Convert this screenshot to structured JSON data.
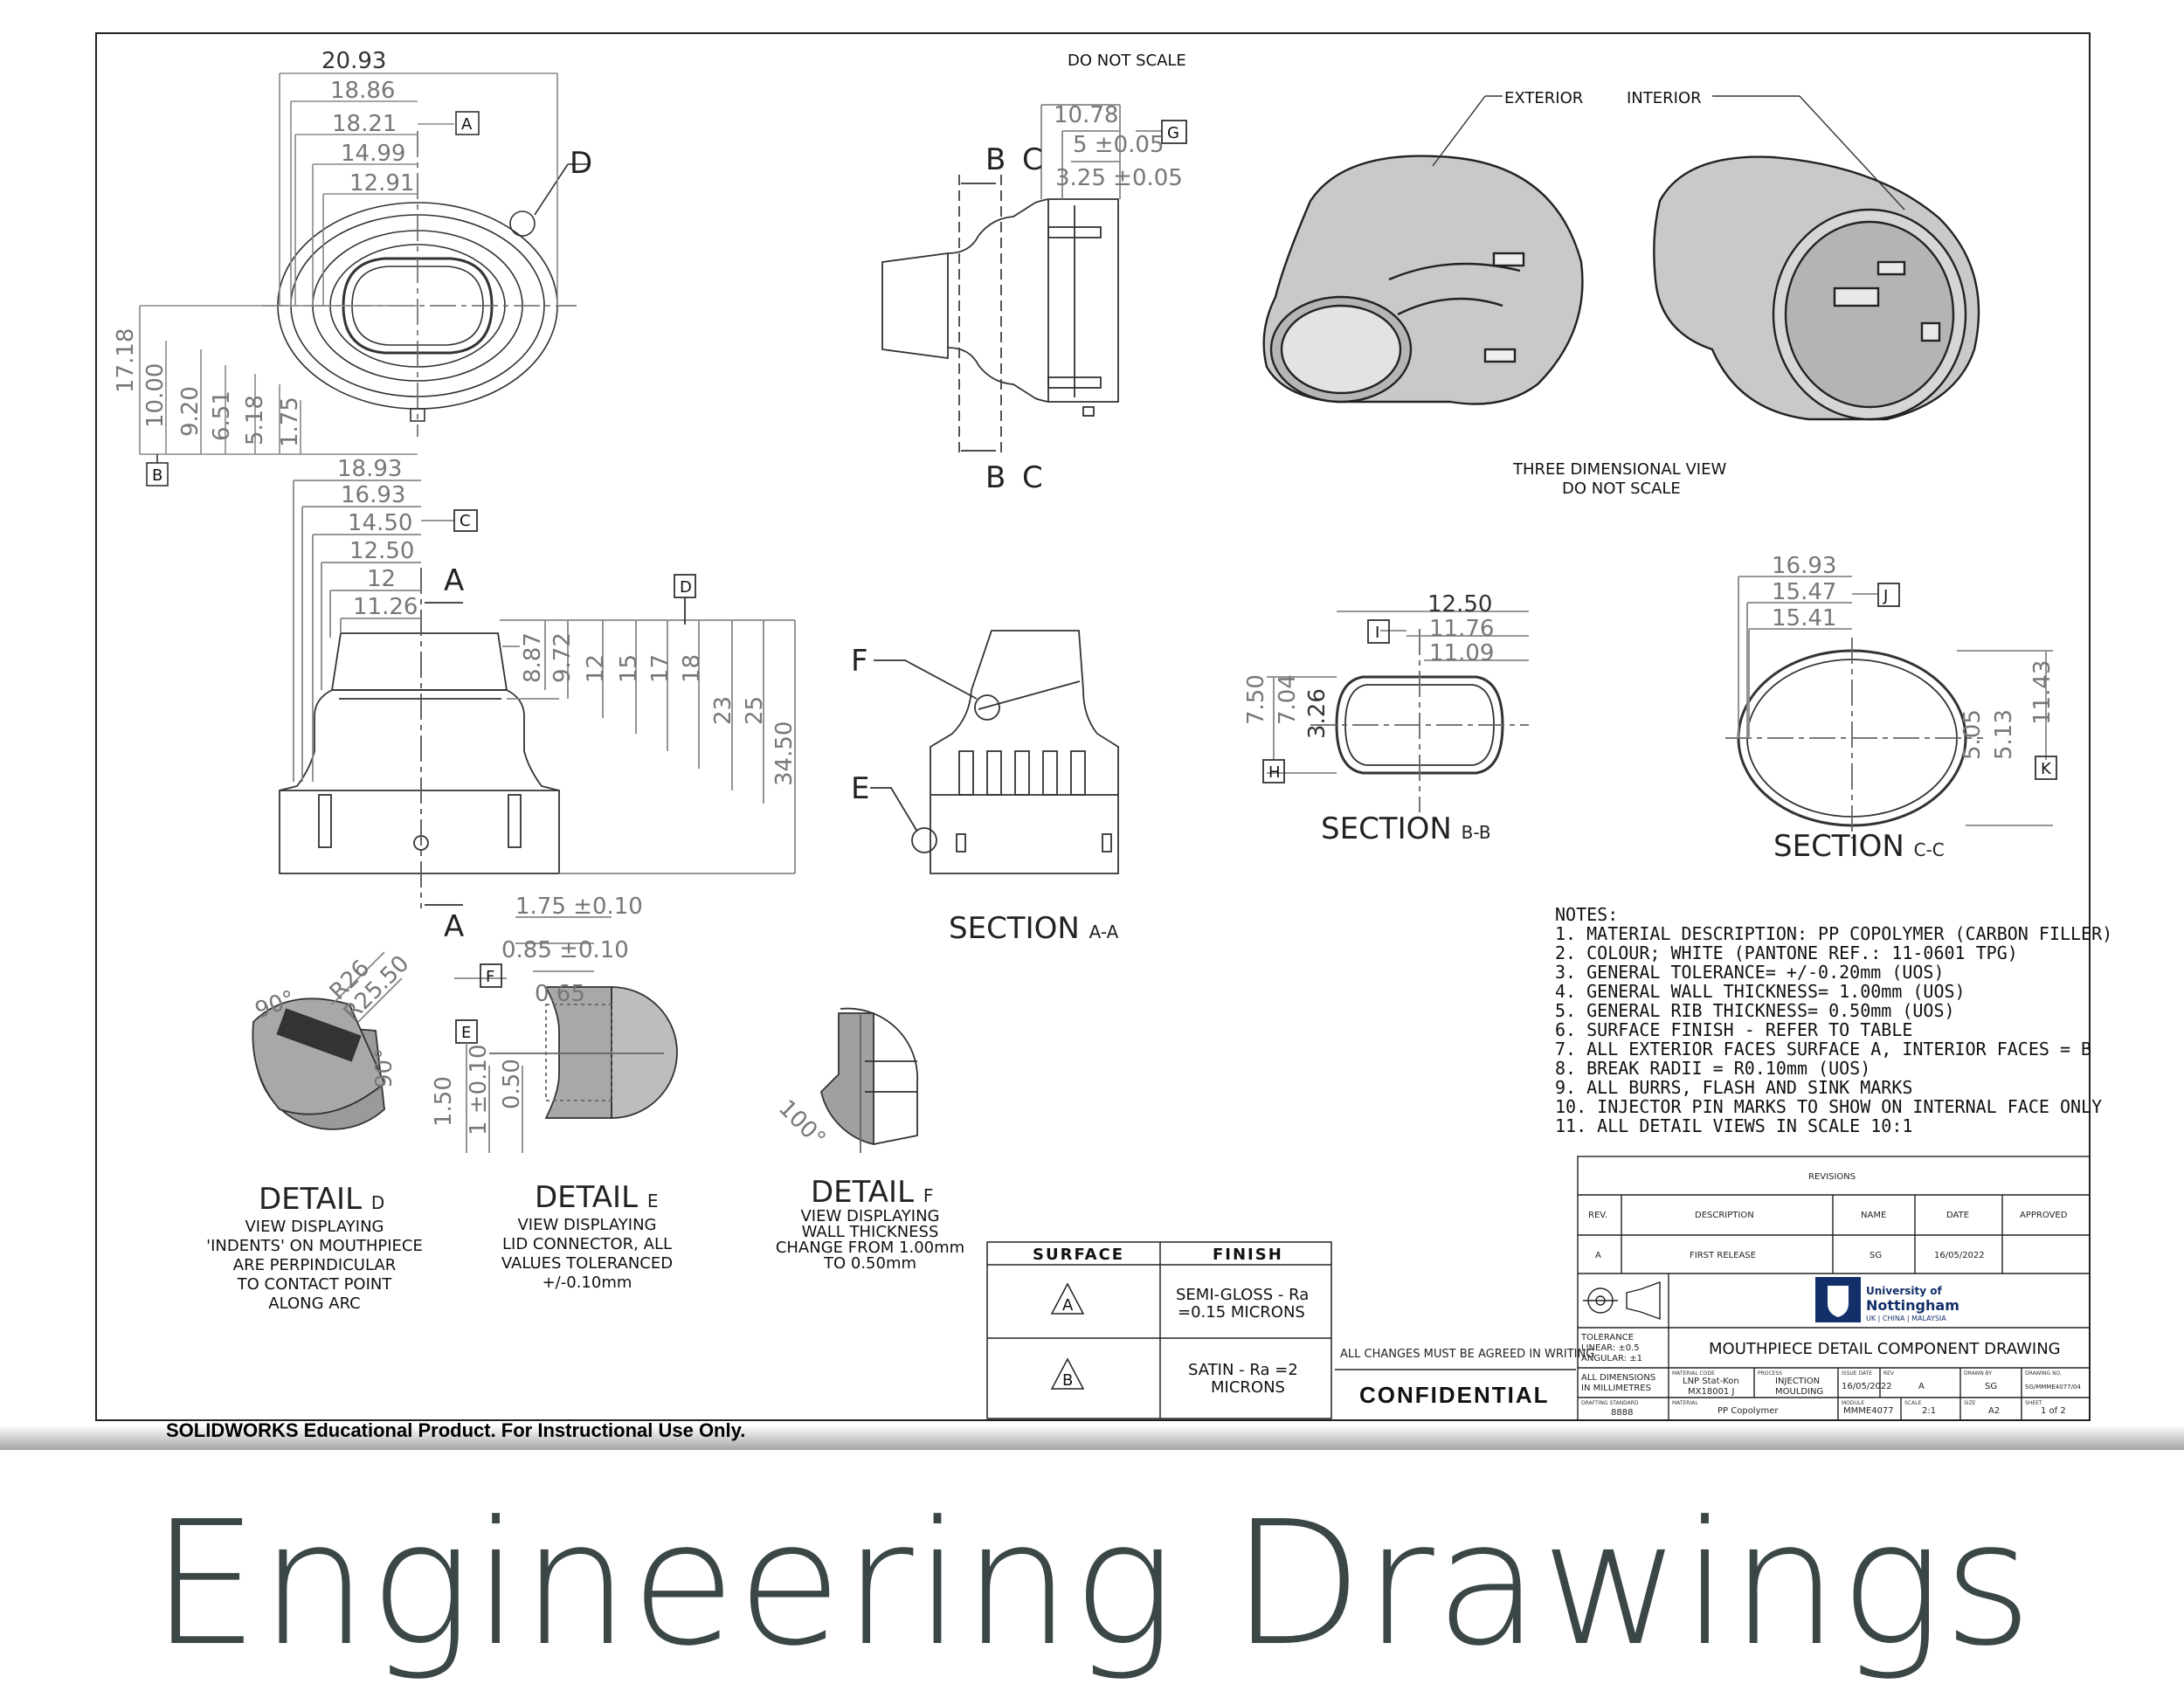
{
  "header": {
    "do_not_scale": "DO NOT SCALE"
  },
  "top_view": {
    "dims_h": [
      "20.93",
      "18.86",
      "18.21",
      "14.99",
      "12.91"
    ],
    "dims_v": [
      "17.18",
      "10.00",
      "9.20",
      "6.51",
      "5.18",
      "1.75"
    ],
    "datum_a": "A",
    "datum_b": "B",
    "detail_d": "D"
  },
  "side_view": {
    "dims": [
      "10.78",
      "5 ±0.05",
      "3.25 ±0.05"
    ],
    "datum_g": "G",
    "sec_b": "B",
    "sec_c": "C"
  },
  "iso_view": {
    "exterior": "EXTERIOR",
    "interior": "INTERIOR",
    "caption1": "THREE DIMENSIONAL VIEW",
    "caption2": "DO NOT SCALE"
  },
  "front_view": {
    "dims_h": [
      "18.93",
      "16.93",
      "14.50",
      "12.50",
      "12",
      "11.26"
    ],
    "dims_v": [
      "8.87",
      "9.72",
      "12",
      "15",
      "17",
      "18",
      "23",
      "25",
      "34.50"
    ],
    "datum_c": "C",
    "datum_d": "D",
    "sec_a": "A"
  },
  "section_aa": {
    "title": "SECTION",
    "suffix": "A-A",
    "detail_f": "F",
    "detail_e": "E"
  },
  "section_bb": {
    "title": "SECTION",
    "suffix": "B-B",
    "dims": [
      "12.50",
      "11.76",
      "11.09",
      "7.50",
      "7.04",
      "3.26"
    ],
    "datum_i": "I",
    "datum_h": "H"
  },
  "section_cc": {
    "title": "SECTION",
    "suffix": "C-C",
    "dims": [
      "16.93",
      "15.47",
      "15.41",
      "5.05",
      "5.13",
      "11.43"
    ],
    "datum_j": "J",
    "datum_k": "K"
  },
  "detail_d": {
    "title": "DETAIL",
    "suffix": "D",
    "dims": [
      "90°",
      "R26",
      "R25.50",
      "90°"
    ],
    "caption": [
      "VIEW DISPLAYING",
      "'INDENTS' ON MOUTHPIECE",
      "ARE PERPINDICULAR",
      "TO CONTACT POINT",
      "ALONG ARC"
    ]
  },
  "detail_e": {
    "title": "DETAIL",
    "suffix": "E",
    "dims": [
      "1.75 ±0.10",
      "0.85 ±0.10",
      "0.65",
      "1.50",
      "1 ±0.10",
      "0.50"
    ],
    "datum_f": "F",
    "datum_e": "E",
    "caption": [
      "VIEW DISPLAYING",
      "LID CONNECTOR, ALL",
      "VALUES TOLERANCED",
      "+/-0.10mm"
    ]
  },
  "detail_f": {
    "title": "DETAIL",
    "suffix": "F",
    "angle": "100°",
    "caption": [
      "VIEW DISPLAYING",
      "WALL THICKNESS",
      "CHANGE FROM 1.00mm",
      "TO 0.50mm"
    ]
  },
  "notes": {
    "heading": "NOTES:",
    "items": [
      "1.   MATERIAL DESCRIPTION: PP COPOLYMER (CARBON FILLER)",
      "2.   COLOUR; WHITE (PANTONE REF.: 11-0601 TPG)",
      "3.   GENERAL TOLERANCE= +/-0.20mm (UOS)",
      "4.   GENERAL WALL THICKNESS= 1.00mm (UOS)",
      "5.   GENERAL RIB THICKNESS= 0.50mm (UOS)",
      "6.   SURFACE FINISH - REFER TO TABLE",
      "7.   ALL EXTERIOR FACES SURFACE A, INTERIOR FACES = B",
      "8.   BREAK RADII = R0.10mm (UOS)",
      "9.   ALL BURRS, FLASH AND SINK MARKS",
      "10.  INJECTOR PIN MARKS TO SHOW ON INTERNAL FACE ONLY",
      "11.  ALL DETAIL VIEWS IN SCALE 10:1"
    ]
  },
  "finish_table": {
    "headers": [
      "SURFACE",
      "FINISH"
    ],
    "rows": [
      {
        "surface": "A",
        "finish_1": "SEMI-GLOSS - Ra",
        "finish_2": "=0.15 MICRONS"
      },
      {
        "surface": "B",
        "finish_1": "SATIN - Ra =2",
        "finish_2": "MICRONS"
      }
    ]
  },
  "agreement": "ALL CHANGES MUST BE AGREED IN WRITING",
  "confidential": "CONFIDENTIAL",
  "revisions": {
    "title": "REVISIONS",
    "headers": [
      "REV.",
      "DESCRIPTION",
      "NAME",
      "DATE",
      "APPROVED"
    ],
    "row": [
      "A",
      "FIRST RELEASE",
      "SG",
      "16/05/2022",
      ""
    ]
  },
  "title_block": {
    "university_1": "University of",
    "university_2": "Nottingham",
    "university_3": "UK | CHINA | MALAYSIA",
    "tolerance": [
      "TOLERANCE",
      "LINEAR: ±0.5",
      "ANGULAR: ±1"
    ],
    "drawing_title": "MOUTHPIECE DETAIL COMPONENT DRAWING",
    "all_dims": [
      "ALL DIMENSIONS",
      "IN MILLIMETRES"
    ],
    "material_code_label": "MATERIAL CODE",
    "material_code": [
      "LNP Stat-Kon",
      "MX18001 J"
    ],
    "process_label": "PROCESS",
    "process": [
      "INJECTION",
      "MOULDING"
    ],
    "issue_date_label": "ISSUE DATE",
    "issue_date": "16/05/2022",
    "rev_label": "REV",
    "rev": "A",
    "drawn_by_label": "DRAWN BY",
    "drawn_by": "SG",
    "drawing_no_label": "DRAWING NO.",
    "drawing_no": "SG/MMME4077/04",
    "drafting_label": "DRAFTING STANDARD",
    "drafting": "8888",
    "material_label": "MATERIAL",
    "material": "PP Copolymer",
    "module_label": "MODULE",
    "module": "MMME4077",
    "scale_label": "SCALE",
    "scale": "2:1",
    "size_label": "SIZE",
    "size": "A2",
    "sheet_label": "SHEET",
    "sheet": "1 of 2"
  },
  "footer_note": "SOLIDWORKS Educational Product. For Instructional  Use Only.",
  "banner": {
    "title": "Engineering Drawings"
  },
  "colors": {
    "banner_text": "#3b4646",
    "logo_blue": "#13306b",
    "line": "#333333",
    "dim": "#777777"
  }
}
